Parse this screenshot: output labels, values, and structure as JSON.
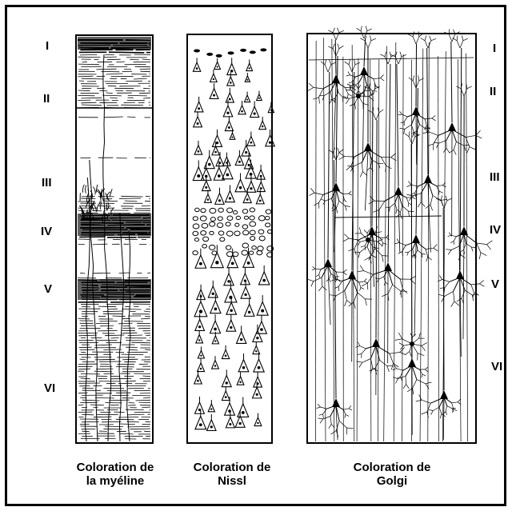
{
  "layers_left": [
    "I",
    "II",
    "III",
    "IV",
    "V",
    "VI"
  ],
  "layers_right": [
    "I",
    "II",
    "III",
    "IV",
    "V",
    "VI"
  ],
  "captions": {
    "myelin_line1": "Coloration de",
    "myelin_line2": "la myéline",
    "nissl_line1": "Coloration de",
    "nissl_line2": "Nissl",
    "golgi_line1": "Coloration de",
    "golgi_line2": "Golgi"
  },
  "colors": {
    "ink": "#000000",
    "paper": "#ffffff"
  }
}
